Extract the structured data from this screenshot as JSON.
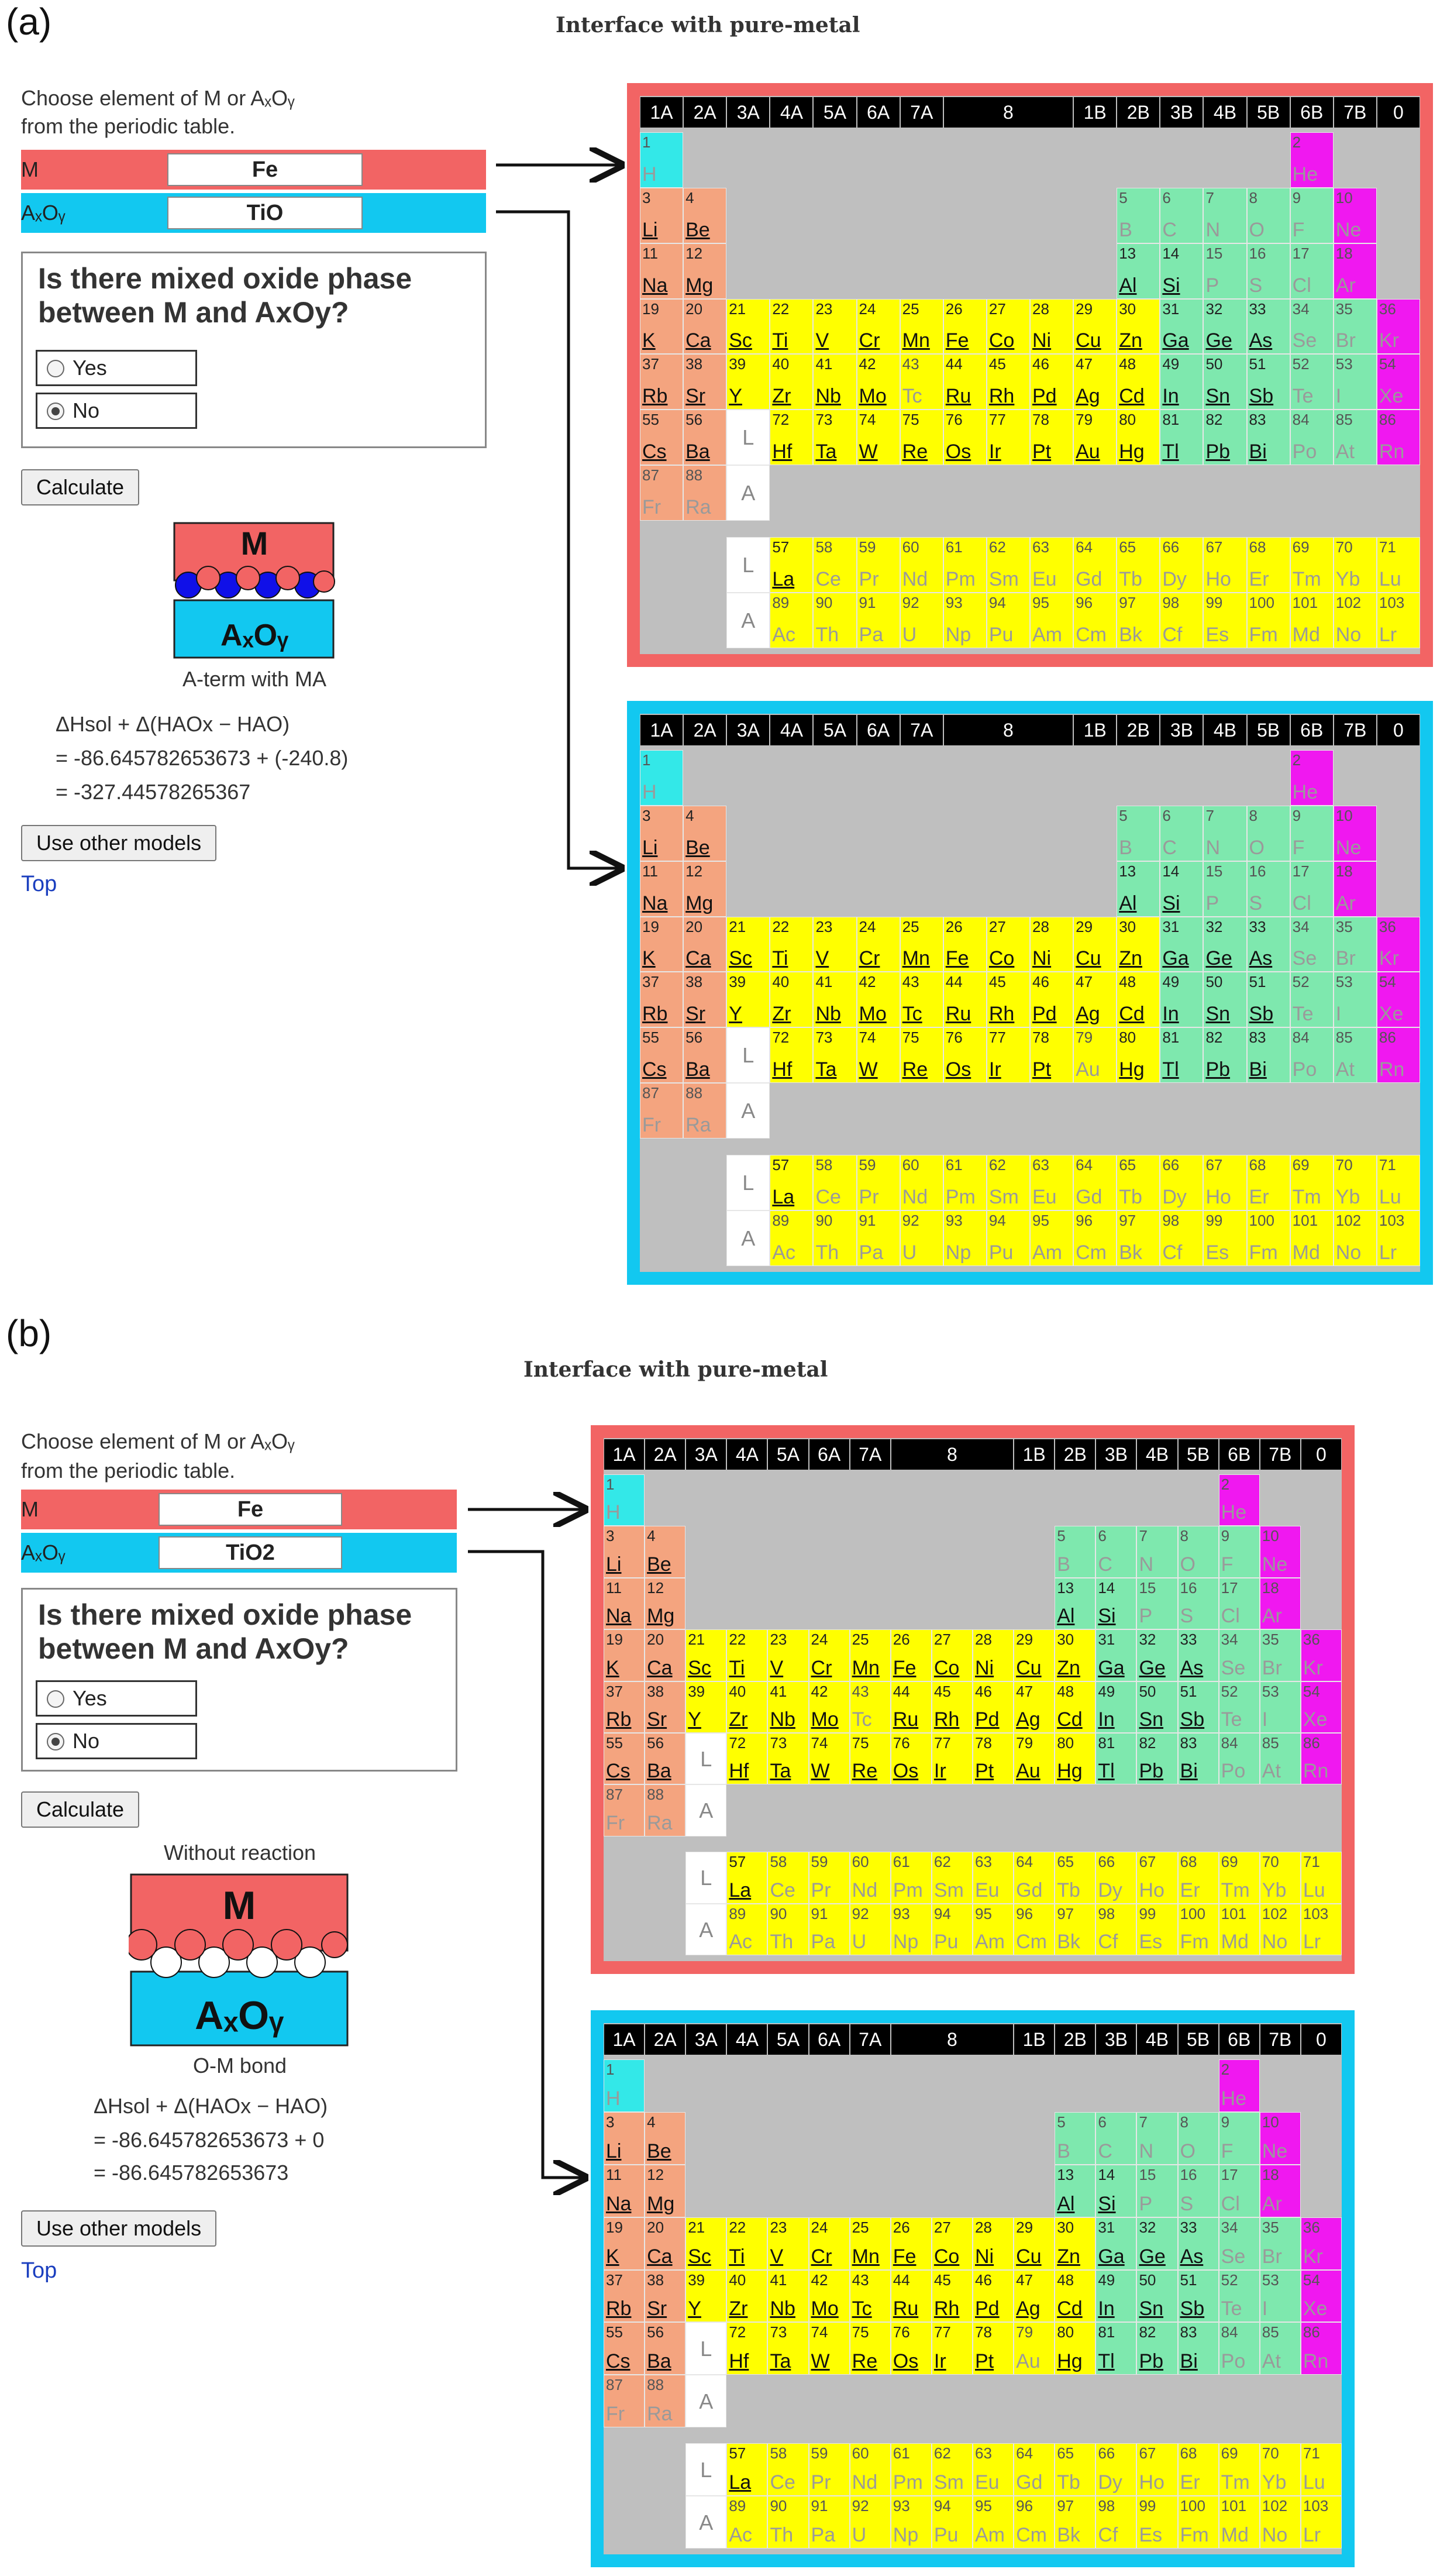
{
  "panel_a": {
    "label": "(a)",
    "title": "Interface with pure-metal",
    "choose_text_1": "Choose element of M or AₓOᵧ",
    "choose_text_2": "from the periodic table.",
    "m_label": "M",
    "m_value": "Fe",
    "axoy_label": "AₓOᵧ",
    "axoy_value": "TiO",
    "mixed_question_1": "Is there mixed oxide phase",
    "mixed_question_2": "between M and AxOy?",
    "yes_label": "Yes",
    "no_label": "No",
    "selected": "No",
    "calculate": "Calculate",
    "diagram_title": "",
    "diagram_m": "M",
    "diagram_axoy": "AₓOᵧ",
    "diagram_caption": "A-term with MA",
    "formula_1": "ΔHsol + Δ(HAOx − HAO)",
    "formula_2": "= -86.645782653673 + (-240.8)",
    "formula_3": "= -327.44578265367",
    "other_models": "Use other models",
    "top_link": "Top"
  },
  "panel_b": {
    "label": "(b)",
    "title": "Interface with pure-metal",
    "choose_text_1": "Choose element of M or AₓOᵧ",
    "choose_text_2": "from the periodic table.",
    "m_label": "M",
    "m_value": "Fe",
    "axoy_label": "AₓOᵧ",
    "axoy_value": "TiO2",
    "mixed_question_1": "Is there mixed oxide phase",
    "mixed_question_2": "between M and AxOy?",
    "yes_label": "Yes",
    "no_label": "No",
    "selected": "No",
    "calculate": "Calculate",
    "diagram_title": "Without reaction",
    "diagram_m": "M",
    "diagram_axoy": "AₓOᵧ",
    "diagram_caption": "O-M bond",
    "formula_1": "ΔHsol + Δ(HAOx − HAO)",
    "formula_2": "= -86.645782653673 + 0",
    "formula_3": "= -86.645782653673",
    "other_models": "Use other models",
    "top_link": "Top"
  },
  "periodic_table": {
    "group_headers": [
      "1A",
      "2A",
      "3A",
      "4A",
      "5A",
      "6A",
      "7A",
      "8",
      "1B",
      "2B",
      "3B",
      "4B",
      "5B",
      "6B",
      "7B",
      "0"
    ],
    "lanthanide_placeholder": "L",
    "actinide_placeholder": "A",
    "elements": [
      [
        "1",
        "H"
      ],
      [
        "2",
        "He"
      ],
      [
        "3",
        "Li"
      ],
      [
        "4",
        "Be"
      ],
      [
        "5",
        "B"
      ],
      [
        "6",
        "C"
      ],
      [
        "7",
        "N"
      ],
      [
        "8",
        "O"
      ],
      [
        "9",
        "F"
      ],
      [
        "10",
        "Ne"
      ],
      [
        "11",
        "Na"
      ],
      [
        "12",
        "Mg"
      ],
      [
        "13",
        "Al"
      ],
      [
        "14",
        "Si"
      ],
      [
        "15",
        "P"
      ],
      [
        "16",
        "S"
      ],
      [
        "17",
        "Cl"
      ],
      [
        "18",
        "Ar"
      ],
      [
        "19",
        "K"
      ],
      [
        "20",
        "Ca"
      ],
      [
        "21",
        "Sc"
      ],
      [
        "22",
        "Ti"
      ],
      [
        "23",
        "V"
      ],
      [
        "24",
        "Cr"
      ],
      [
        "25",
        "Mn"
      ],
      [
        "26",
        "Fe"
      ],
      [
        "27",
        "Co"
      ],
      [
        "28",
        "Ni"
      ],
      [
        "29",
        "Cu"
      ],
      [
        "30",
        "Zn"
      ],
      [
        "31",
        "Ga"
      ],
      [
        "32",
        "Ge"
      ],
      [
        "33",
        "As"
      ],
      [
        "34",
        "Se"
      ],
      [
        "35",
        "Br"
      ],
      [
        "36",
        "Kr"
      ],
      [
        "37",
        "Rb"
      ],
      [
        "38",
        "Sr"
      ],
      [
        "39",
        "Y"
      ],
      [
        "40",
        "Zr"
      ],
      [
        "41",
        "Nb"
      ],
      [
        "42",
        "Mo"
      ],
      [
        "43",
        "Tc"
      ],
      [
        "44",
        "Ru"
      ],
      [
        "45",
        "Rh"
      ],
      [
        "46",
        "Pd"
      ],
      [
        "47",
        "Ag"
      ],
      [
        "48",
        "Cd"
      ],
      [
        "49",
        "In"
      ],
      [
        "50",
        "Sn"
      ],
      [
        "51",
        "Sb"
      ],
      [
        "52",
        "Te"
      ],
      [
        "53",
        "I"
      ],
      [
        "54",
        "Xe"
      ],
      [
        "55",
        "Cs"
      ],
      [
        "56",
        "Ba"
      ],
      [
        "72",
        "Hf"
      ],
      [
        "73",
        "Ta"
      ],
      [
        "74",
        "W"
      ],
      [
        "75",
        "Re"
      ],
      [
        "76",
        "Os"
      ],
      [
        "77",
        "Ir"
      ],
      [
        "78",
        "Pt"
      ],
      [
        "79",
        "Au"
      ],
      [
        "80",
        "Hg"
      ],
      [
        "81",
        "Tl"
      ],
      [
        "82",
        "Pb"
      ],
      [
        "83",
        "Bi"
      ],
      [
        "84",
        "Po"
      ],
      [
        "85",
        "At"
      ],
      [
        "86",
        "Rn"
      ],
      [
        "87",
        "Fr"
      ],
      [
        "88",
        "Ra"
      ],
      [
        "57",
        "La"
      ],
      [
        "58",
        "Ce"
      ],
      [
        "59",
        "Pr"
      ],
      [
        "60",
        "Nd"
      ],
      [
        "61",
        "Pm"
      ],
      [
        "62",
        "Sm"
      ],
      [
        "63",
        "Eu"
      ],
      [
        "64",
        "Gd"
      ],
      [
        "65",
        "Tb"
      ],
      [
        "66",
        "Dy"
      ],
      [
        "67",
        "Ho"
      ],
      [
        "68",
        "Er"
      ],
      [
        "69",
        "Tm"
      ],
      [
        "70",
        "Yb"
      ],
      [
        "71",
        "Lu"
      ],
      [
        "89",
        "Ac"
      ],
      [
        "90",
        "Th"
      ],
      [
        "91",
        "Pa"
      ],
      [
        "92",
        "U"
      ],
      [
        "93",
        "Np"
      ],
      [
        "94",
        "Pu"
      ],
      [
        "95",
        "Am"
      ],
      [
        "96",
        "Cm"
      ],
      [
        "97",
        "Bk"
      ],
      [
        "98",
        "Cf"
      ],
      [
        "99",
        "Es"
      ],
      [
        "100",
        "Fm"
      ],
      [
        "101",
        "Md"
      ],
      [
        "102",
        "No"
      ],
      [
        "103",
        "Lr"
      ]
    ],
    "tables": [
      {
        "id": "a-metal",
        "frame": "#f26464",
        "disabled": [
          "Tc",
          "Fr",
          "Ra",
          "Ce",
          "Pr",
          "Nd",
          "Pm",
          "Sm",
          "Eu",
          "Gd",
          "Tb",
          "Dy",
          "Ho",
          "Er",
          "Tm",
          "Yb",
          "Lu",
          "Ac",
          "Th",
          "Pa",
          "U",
          "Np",
          "Pu",
          "Am",
          "Cm",
          "Bk",
          "Cf",
          "Es",
          "Fm",
          "Md",
          "No",
          "Lr"
        ]
      },
      {
        "id": "a-oxide",
        "frame": "#12c8f0",
        "disabled": [
          "Au",
          "Fr",
          "Ra",
          "Ce",
          "Pr",
          "Nd",
          "Pm",
          "Sm",
          "Eu",
          "Gd",
          "Tb",
          "Dy",
          "Ho",
          "Er",
          "Tm",
          "Yb",
          "Lu",
          "Ac",
          "Th",
          "Pa",
          "U",
          "Np",
          "Pu",
          "Am",
          "Cm",
          "Bk",
          "Cf",
          "Es",
          "Fm",
          "Md",
          "No",
          "Lr"
        ]
      },
      {
        "id": "b-metal",
        "frame": "#f26464",
        "disabled": [
          "Tc",
          "Fr",
          "Ra",
          "Ce",
          "Pr",
          "Nd",
          "Pm",
          "Sm",
          "Eu",
          "Gd",
          "Tb",
          "Dy",
          "Ho",
          "Er",
          "Tm",
          "Yb",
          "Lu",
          "Ac",
          "Th",
          "Pa",
          "U",
          "Np",
          "Pu",
          "Am",
          "Cm",
          "Bk",
          "Cf",
          "Es",
          "Fm",
          "Md",
          "No",
          "Lr"
        ]
      },
      {
        "id": "b-oxide",
        "frame": "#12c8f0",
        "disabled": [
          "Au",
          "Fr",
          "Ra",
          "Ce",
          "Pr",
          "Nd",
          "Pm",
          "Sm",
          "Eu",
          "Gd",
          "Tb",
          "Dy",
          "Ho",
          "Er",
          "Tm",
          "Yb",
          "Lu",
          "Ac",
          "Th",
          "Pa",
          "U",
          "Np",
          "Pu",
          "Am",
          "Cm",
          "Bk",
          "Cf",
          "Es",
          "Fm",
          "Md",
          "No",
          "Lr"
        ]
      }
    ]
  },
  "colors": {
    "metal_red": "#f26464",
    "oxide_cyan": "#12c8f0",
    "hydrogen": "#33e8e8",
    "alkali": "#f4a47f",
    "transition": "#ffff00",
    "p_block": "#7ee8ae",
    "noble_gas": "#f018f0"
  }
}
